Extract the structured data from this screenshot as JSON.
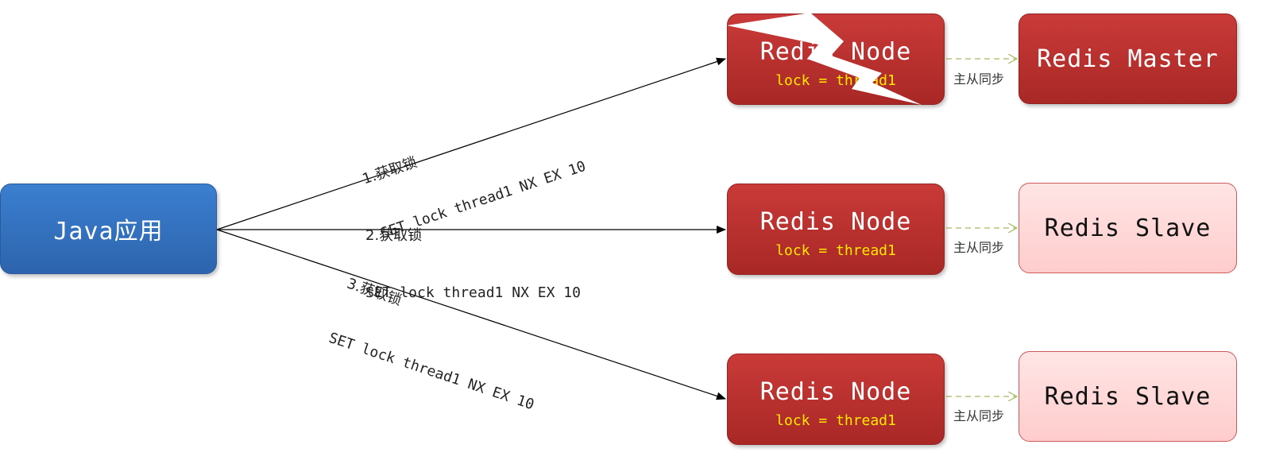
{
  "client": {
    "title": "Java应用"
  },
  "nodes": [
    {
      "title": "Redis Node",
      "lock": "lock = thread1"
    },
    {
      "title": "Redis Node",
      "lock": "lock = thread1"
    },
    {
      "title": "Redis Node",
      "lock": "lock = thread1"
    }
  ],
  "replicas": [
    {
      "title": "Redis Master"
    },
    {
      "title": "Redis Slave"
    },
    {
      "title": "Redis Slave"
    }
  ],
  "sync_label": "主从同步",
  "edges": [
    {
      "step": "1.获取锁",
      "command": "SET lock thread1 NX EX 10"
    },
    {
      "step": "2.获取锁",
      "command": "SET lock thread1 NX EX 10"
    },
    {
      "step": "3.获取锁",
      "command": "SET lock thread1 NX EX 10"
    }
  ],
  "colors": {
    "client": "#3170c4",
    "node": "#bf3331",
    "slave": "#ffd6d6",
    "lock_text": "#ffea00",
    "sync_arrow": "#a7b85e"
  }
}
